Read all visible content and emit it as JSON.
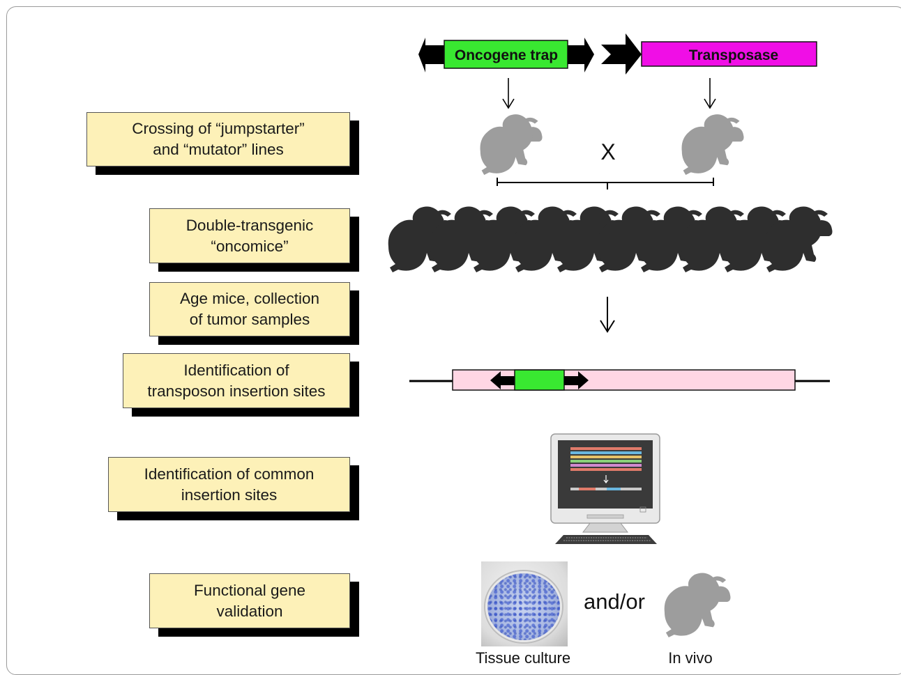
{
  "steps": [
    {
      "line1": "Crossing of “jumpstarter”",
      "line2": "and “mutator” lines"
    },
    {
      "line1": "Double-transgenic",
      "line2": "“oncomice”"
    },
    {
      "line1": "Age mice, collection",
      "line2": "of tumor samples"
    },
    {
      "line1": "Identification of",
      "line2": "transposon insertion sites"
    },
    {
      "line1": "Identification of common",
      "line2": "insertion sites"
    },
    {
      "line1": "Functional gene",
      "line2": "validation"
    }
  ],
  "constructs": {
    "oncogene_trap": "Oncogene trap",
    "transposase": "Transposase"
  },
  "cross_symbol": "X",
  "validation": {
    "connector": "and/or",
    "left_caption": "Tissue culture",
    "right_caption": "In vivo"
  },
  "colors": {
    "box_fill": "#fdf1b8",
    "oncogene_trap": "#39e831",
    "transposase": "#f00ee6",
    "insertion_region": "#ffd6e4",
    "mouse_light": "#9d9d9d",
    "mouse_dark": "#2e2e2e"
  },
  "icons": [
    "mouse-icon",
    "computer-monitor-icon",
    "keyboard-icon",
    "culture-dish-image"
  ]
}
